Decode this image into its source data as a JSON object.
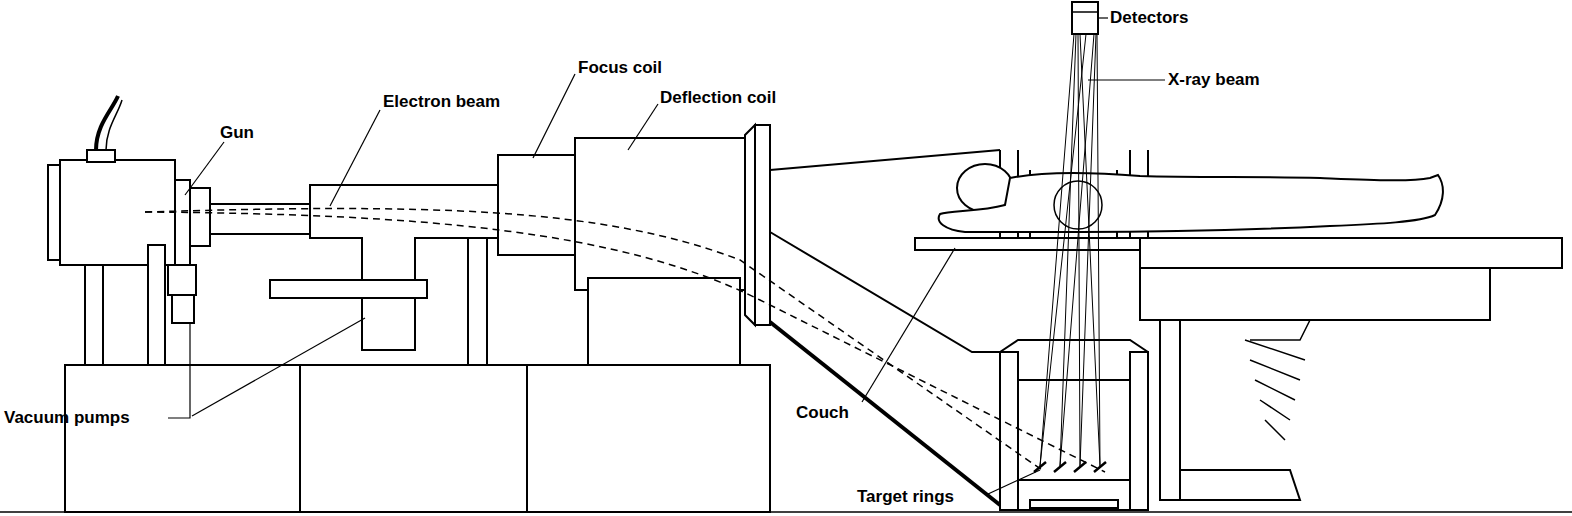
{
  "diagram": {
    "labels": [
      "Detectors",
      "X-ray beam",
      "Focus coil",
      "Deflection coil",
      "Electron beam",
      "Gun",
      "Vacuum pumps",
      "Couch",
      "Target rings"
    ]
  }
}
